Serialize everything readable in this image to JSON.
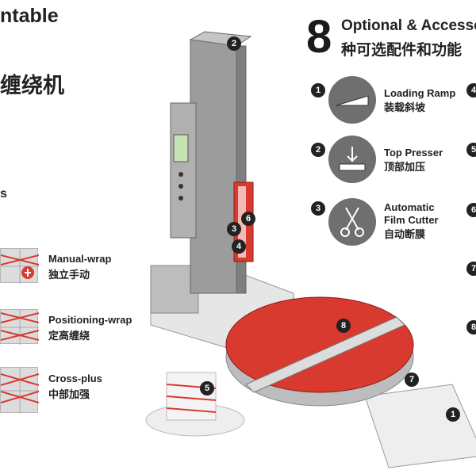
{
  "header": {
    "title_fragment": "ntable",
    "cn_title_fragment": "缠绕机",
    "side_fragment": "s"
  },
  "accessories": {
    "count": "8",
    "title": "Optional & Accesso",
    "subtitle": "种可选配件和功能",
    "items": [
      {
        "num": "1",
        "en": "Loading Ramp",
        "cn": "装载斜坡",
        "icon": "ramp-icon"
      },
      {
        "num": "2",
        "en": "Top Presser",
        "cn": "顶部加压",
        "icon": "top-presser-icon"
      },
      {
        "num": "3",
        "en_line1": "Automatic",
        "en_line2": "Film Cutter",
        "cn": "自动断膜",
        "icon": "scissors-icon"
      }
    ],
    "right_edge_numbers": [
      "4",
      "5",
      "6",
      "7",
      "8"
    ]
  },
  "modes": [
    {
      "en": "Manual-wrap",
      "cn": "独立手动"
    },
    {
      "en": "Positioning-wrap",
      "cn": "定高缠绕"
    },
    {
      "en": "Cross-plus",
      "cn": "中部加强"
    }
  ],
  "machine_callouts": [
    "2",
    "3",
    "4",
    "6",
    "8",
    "7",
    "5",
    "1"
  ],
  "colors": {
    "turntable_red": "#d83a30",
    "machine_gray": "#9c9c9c",
    "icon_circle": "#6f6f6f",
    "dot": "#222222"
  }
}
